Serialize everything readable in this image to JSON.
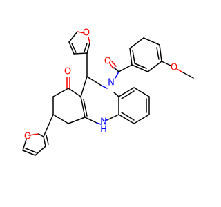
{
  "molecule": {
    "atoms": {
      "o_furan_top": {
        "symbol": "O",
        "color": "#ff0000"
      },
      "o_carbonyl_ring": {
        "symbol": "O",
        "color": "#ff0000"
      },
      "o_amide": {
        "symbol": "O",
        "color": "#ff0000"
      },
      "o_methoxy": {
        "symbol": "O",
        "color": "#ff0000"
      },
      "o_furan_bottom": {
        "symbol": "O",
        "color": "#ff0000"
      },
      "n_amide": {
        "symbol": "N",
        "color": "#0000ff"
      },
      "n_amine": {
        "symbol": "N",
        "color": "#0000ff"
      },
      "h_amine": {
        "symbol": "H",
        "color": "#0000ff"
      }
    }
  }
}
